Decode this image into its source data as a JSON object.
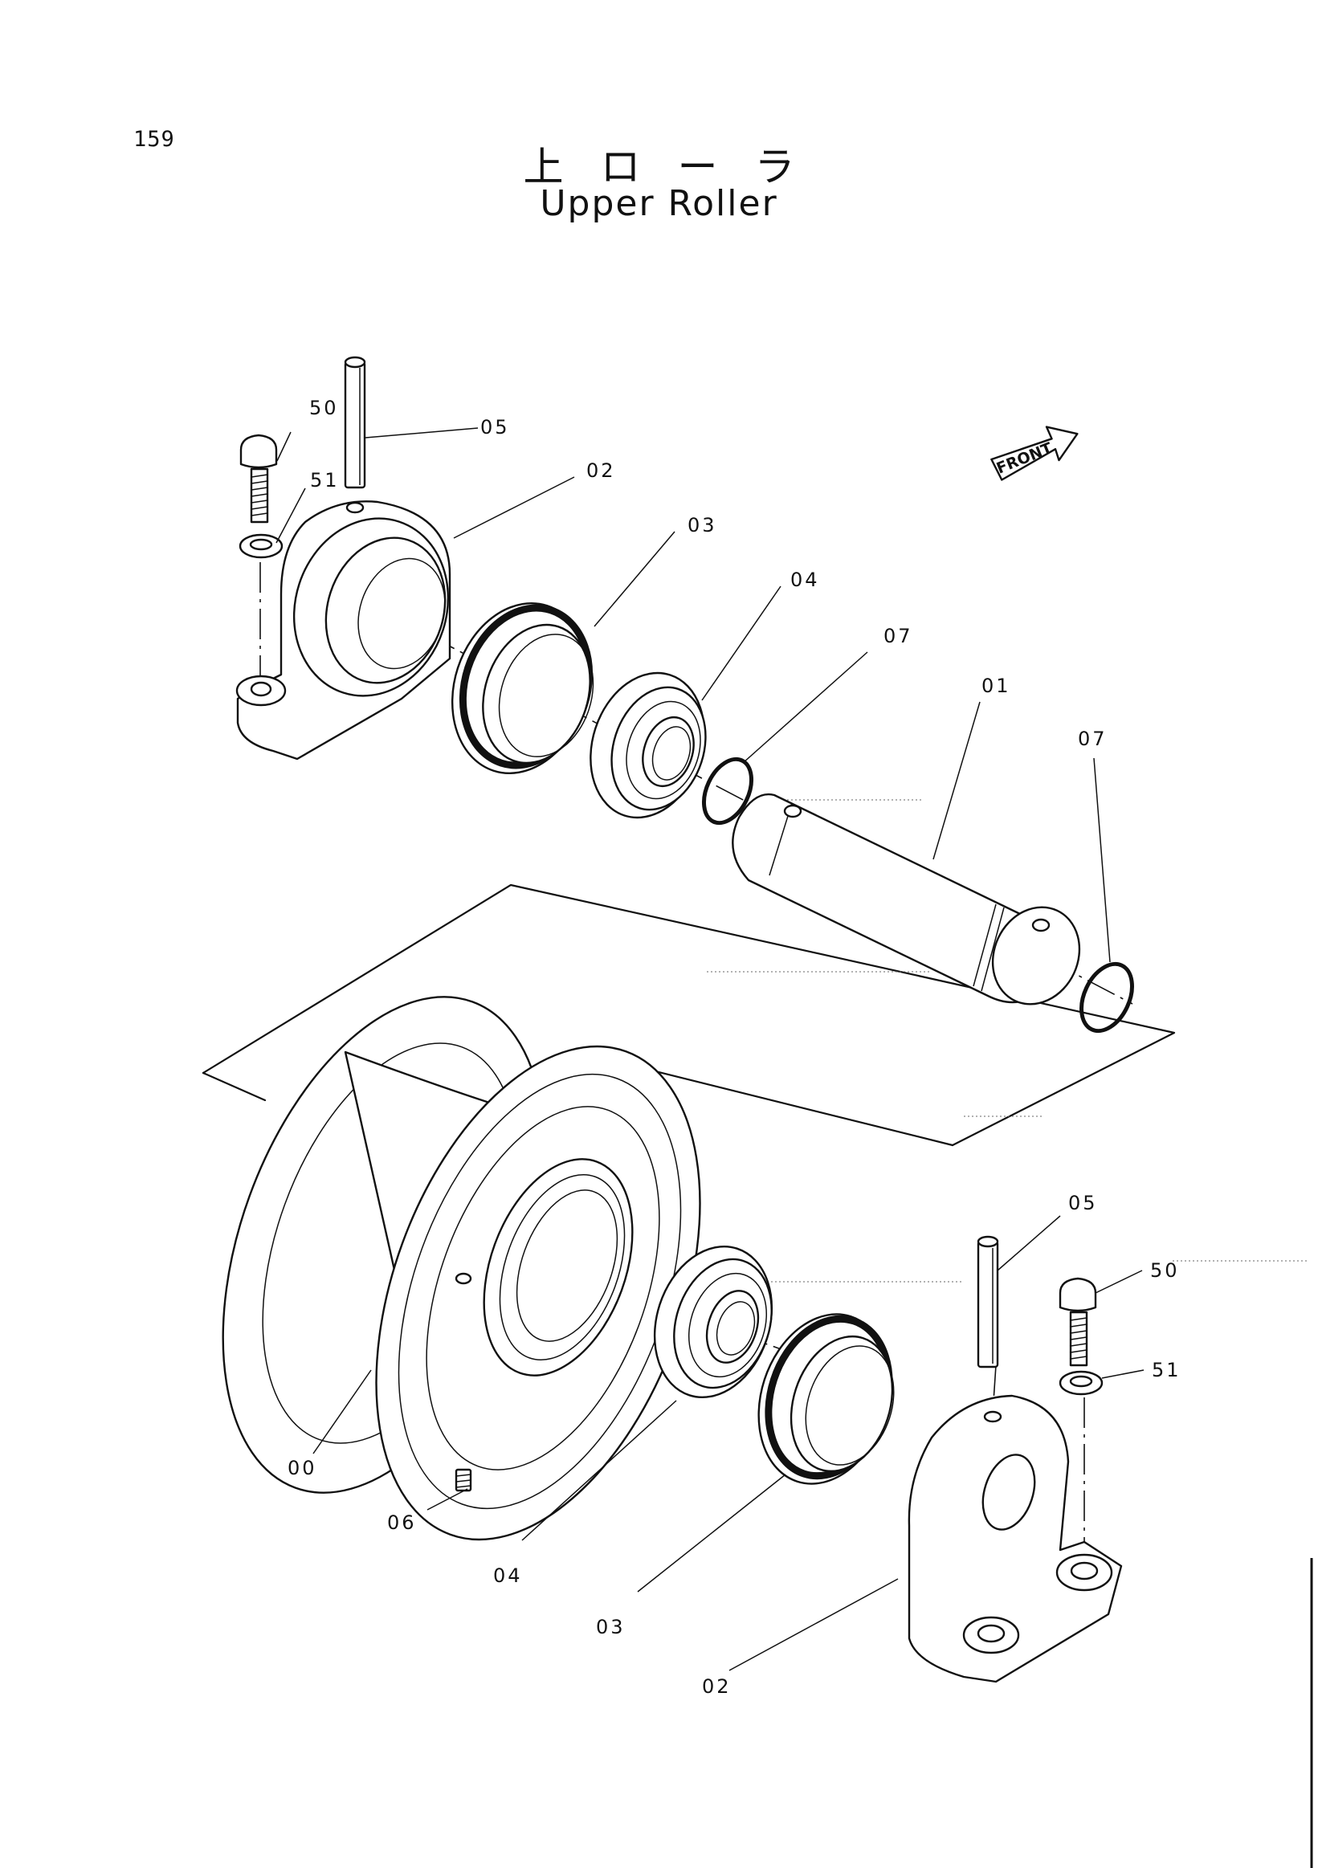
{
  "page": {
    "number": "159",
    "title_jp": "上ローラ",
    "title_en": "Upper Roller"
  },
  "direction_marker": {
    "label": "FRONT",
    "icon": "arrow-right-icon"
  },
  "part_labels": {
    "p00": "00",
    "p01": "01",
    "p02_top": "02",
    "p02_bottom": "02",
    "p03_top": "03",
    "p03_bottom": "03",
    "p04_top": "04",
    "p04_bottom": "04",
    "p05_top": "05",
    "p05_bottom": "05",
    "p06": "06",
    "p07_left": "07",
    "p07_right": "07",
    "p50_top": "50",
    "p50_bottom": "50",
    "p51_top": "51",
    "p51_bottom": "51"
  }
}
